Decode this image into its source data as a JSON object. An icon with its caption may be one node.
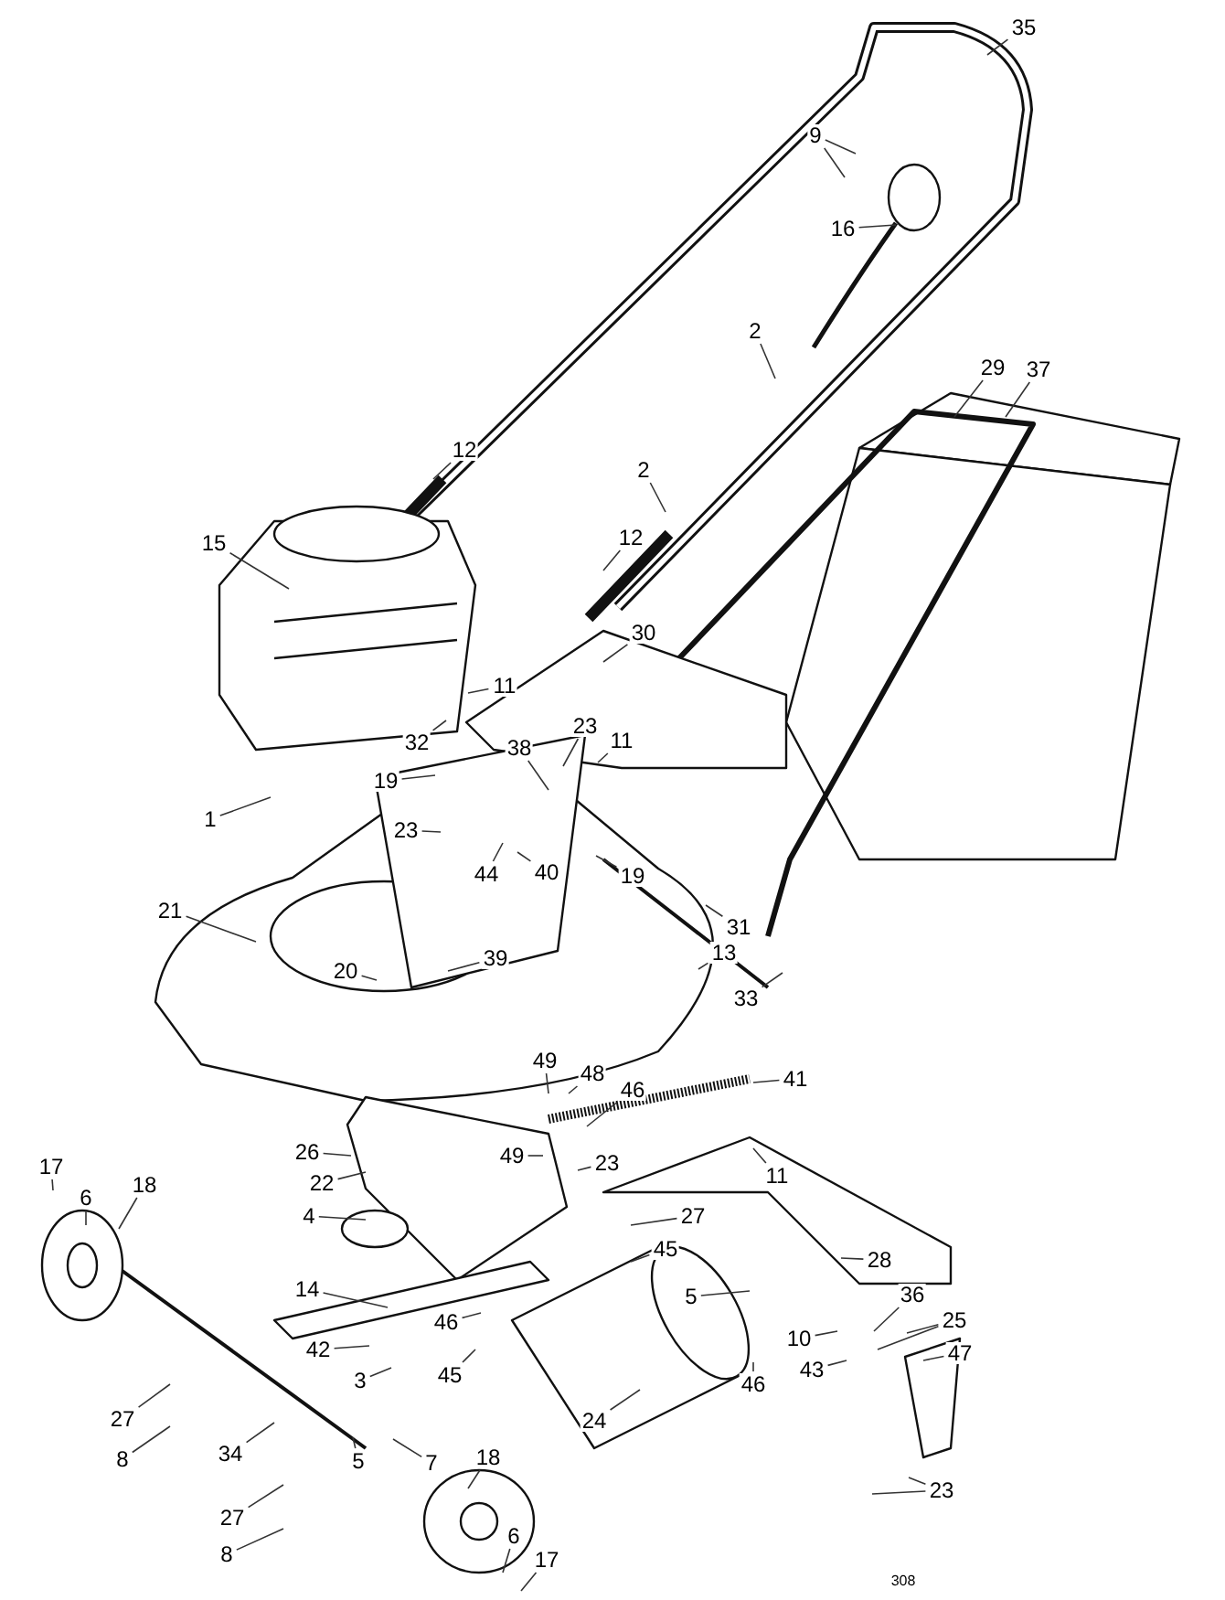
{
  "diagram": {
    "nodes": [
      {
        "text": [
          "35"
        ]
      },
      {
        "text": [
          "9"
        ]
      },
      {
        "text": [
          "16"
        ]
      },
      {
        "text": [
          "2"
        ]
      },
      {
        "text": [
          "29"
        ]
      },
      {
        "text": [
          "37"
        ]
      },
      {
        "text": [
          "12"
        ]
      },
      {
        "text": [
          "2"
        ]
      },
      {
        "text": [
          "15"
        ]
      },
      {
        "text": [
          "12"
        ]
      },
      {
        "text": [
          "30"
        ]
      },
      {
        "text": [
          "11"
        ]
      },
      {
        "text": [
          "32"
        ]
      },
      {
        "text": [
          "38"
        ]
      },
      {
        "text": [
          "23"
        ]
      },
      {
        "text": [
          "11"
        ]
      },
      {
        "text": [
          "1"
        ]
      },
      {
        "text": [
          "19"
        ]
      },
      {
        "text": [
          "23"
        ]
      },
      {
        "text": [
          "44"
        ]
      },
      {
        "text": [
          "40"
        ]
      },
      {
        "text": [
          "19"
        ]
      },
      {
        "text": [
          "21"
        ]
      },
      {
        "text": [
          "39"
        ]
      },
      {
        "text": [
          "20"
        ]
      },
      {
        "text": [
          "13"
        ]
      },
      {
        "text": [
          "33"
        ]
      },
      {
        "text": [
          "31"
        ]
      },
      {
        "text": [
          "49"
        ]
      },
      {
        "text": [
          "48"
        ]
      },
      {
        "text": [
          "46"
        ]
      },
      {
        "text": [
          "41"
        ]
      },
      {
        "text": [
          "11"
        ]
      },
      {
        "text": [
          "26"
        ]
      },
      {
        "text": [
          "22"
        ]
      },
      {
        "text": [
          "49"
        ]
      },
      {
        "text": [
          "23"
        ]
      },
      {
        "text": [
          "27"
        ]
      },
      {
        "text": [
          "4"
        ]
      },
      {
        "text": [
          "17"
        ]
      },
      {
        "text": [
          "6"
        ]
      },
      {
        "text": [
          "18"
        ]
      },
      {
        "text": [
          "45"
        ]
      },
      {
        "text": [
          "28"
        ]
      },
      {
        "text": [
          "14"
        ]
      },
      {
        "text": [
          "5"
        ]
      },
      {
        "text": [
          "36"
        ]
      },
      {
        "text": [
          "25"
        ]
      },
      {
        "text": [
          "42"
        ]
      },
      {
        "text": [
          "46"
        ]
      },
      {
        "text": [
          "10"
        ]
      },
      {
        "text": [
          "47"
        ]
      },
      {
        "text": [
          "3"
        ]
      },
      {
        "text": [
          "45"
        ]
      },
      {
        "text": [
          "43"
        ]
      },
      {
        "text": [
          "46"
        ]
      },
      {
        "text": [
          "27"
        ]
      },
      {
        "text": [
          "8"
        ]
      },
      {
        "text": [
          "34"
        ]
      },
      {
        "text": [
          "24"
        ]
      },
      {
        "text": [
          "5"
        ]
      },
      {
        "text": [
          "7"
        ]
      },
      {
        "text": [
          "18"
        ]
      },
      {
        "text": [
          "27"
        ]
      },
      {
        "text": [
          "8"
        ]
      },
      {
        "text": [
          "6"
        ]
      },
      {
        "text": [
          "17"
        ]
      },
      {
        "text": [
          "23"
        ]
      }
    ],
    "edges": [
      {
        "from": 0,
        "to": null,
        "arrow": "none"
      },
      {
        "from": 1,
        "to": null,
        "arrow": "none"
      },
      {
        "from": 2,
        "to": null,
        "arrow": "none"
      },
      {
        "from": 3,
        "to": null,
        "arrow": "none"
      },
      {
        "from": 4,
        "to": null,
        "arrow": "none"
      },
      {
        "from": 5,
        "to": null,
        "arrow": "none"
      },
      {
        "from": 6,
        "to": null,
        "arrow": "none"
      },
      {
        "from": 7,
        "to": null,
        "arrow": "none"
      },
      {
        "from": 8,
        "to": null,
        "arrow": "none"
      },
      {
        "from": 9,
        "to": null,
        "arrow": "none"
      },
      {
        "from": 10,
        "to": null,
        "arrow": "none"
      },
      {
        "from": 11,
        "to": null,
        "arrow": "none"
      },
      {
        "from": 12,
        "to": null,
        "arrow": "none"
      },
      {
        "from": 13,
        "to": null,
        "arrow": "none"
      },
      {
        "from": 14,
        "to": null,
        "arrow": "none"
      },
      {
        "from": 15,
        "to": null,
        "arrow": "none"
      },
      {
        "from": 16,
        "to": null,
        "arrow": "none"
      },
      {
        "from": 17,
        "to": null,
        "arrow": "none"
      },
      {
        "from": 18,
        "to": null,
        "arrow": "none"
      },
      {
        "from": 19,
        "to": null,
        "arrow": "none"
      },
      {
        "from": 20,
        "to": null,
        "arrow": "none"
      },
      {
        "from": 21,
        "to": null,
        "arrow": "none"
      },
      {
        "from": 22,
        "to": null,
        "arrow": "none"
      },
      {
        "from": 23,
        "to": null,
        "arrow": "none"
      },
      {
        "from": 24,
        "to": null,
        "arrow": "none"
      },
      {
        "from": 25,
        "to": null,
        "arrow": "none"
      },
      {
        "from": 26,
        "to": null,
        "arrow": "none"
      },
      {
        "from": 27,
        "to": null,
        "arrow": "none"
      },
      {
        "from": 28,
        "to": null,
        "arrow": "none"
      },
      {
        "from": 29,
        "to": null,
        "arrow": "none"
      },
      {
        "from": 30,
        "to": null,
        "arrow": "none"
      },
      {
        "from": 31,
        "to": null,
        "arrow": "none"
      },
      {
        "from": 32,
        "to": null,
        "arrow": "none"
      },
      {
        "from": 33,
        "to": null,
        "arrow": "none"
      },
      {
        "from": 34,
        "to": null,
        "arrow": "none"
      },
      {
        "from": 35,
        "to": null,
        "arrow": "none"
      },
      {
        "from": 36,
        "to": null,
        "arrow": "none"
      },
      {
        "from": 37,
        "to": null,
        "arrow": "none"
      },
      {
        "from": 38,
        "to": null,
        "arrow": "none"
      },
      {
        "from": 39,
        "to": null,
        "arrow": "none"
      },
      {
        "from": 40,
        "to": null,
        "arrow": "none"
      },
      {
        "from": 41,
        "to": null,
        "arrow": "none"
      },
      {
        "from": 42,
        "to": null,
        "arrow": "none"
      },
      {
        "from": 43,
        "to": null,
        "arrow": "none"
      },
      {
        "from": 44,
        "to": null,
        "arrow": "none"
      },
      {
        "from": 45,
        "to": null,
        "arrow": "none"
      },
      {
        "from": 46,
        "to": null,
        "arrow": "none"
      },
      {
        "from": 47,
        "to": null,
        "arrow": "none"
      },
      {
        "from": 48,
        "to": null,
        "arrow": "none"
      },
      {
        "from": 49,
        "to": null,
        "arrow": "none"
      },
      {
        "from": 50,
        "to": null,
        "arrow": "none"
      },
      {
        "from": 51,
        "to": null,
        "arrow": "none"
      },
      {
        "from": 52,
        "to": null,
        "arrow": "none"
      },
      {
        "from": 53,
        "to": null,
        "arrow": "none"
      },
      {
        "from": 54,
        "to": null,
        "arrow": "none"
      },
      {
        "from": 55,
        "to": null,
        "arrow": "none"
      },
      {
        "from": 56,
        "to": null,
        "arrow": "none"
      },
      {
        "from": 57,
        "to": null,
        "arrow": "none"
      },
      {
        "from": 58,
        "to": null,
        "arrow": "none"
      },
      {
        "from": 59,
        "to": null,
        "arrow": "none"
      },
      {
        "from": 60,
        "to": null,
        "arrow": "none"
      },
      {
        "from": 61,
        "to": null,
        "arrow": "none"
      },
      {
        "from": 62,
        "to": null,
        "arrow": "none"
      },
      {
        "from": 63,
        "to": null,
        "arrow": "none"
      },
      {
        "from": 64,
        "to": null,
        "arrow": "none"
      },
      {
        "from": 65,
        "to": null,
        "arrow": "none"
      },
      {
        "from": 66,
        "to": null,
        "arrow": "none"
      },
      {
        "from": 67,
        "to": null,
        "arrow": "none"
      },
      {
        "from": 1,
        "to": null,
        "arrow": "none"
      },
      {
        "from": 47,
        "to": null,
        "arrow": "none"
      },
      {
        "from": 67,
        "to": null,
        "arrow": "none"
      }
    ],
    "labels": [
      "308"
    ]
  }
}
